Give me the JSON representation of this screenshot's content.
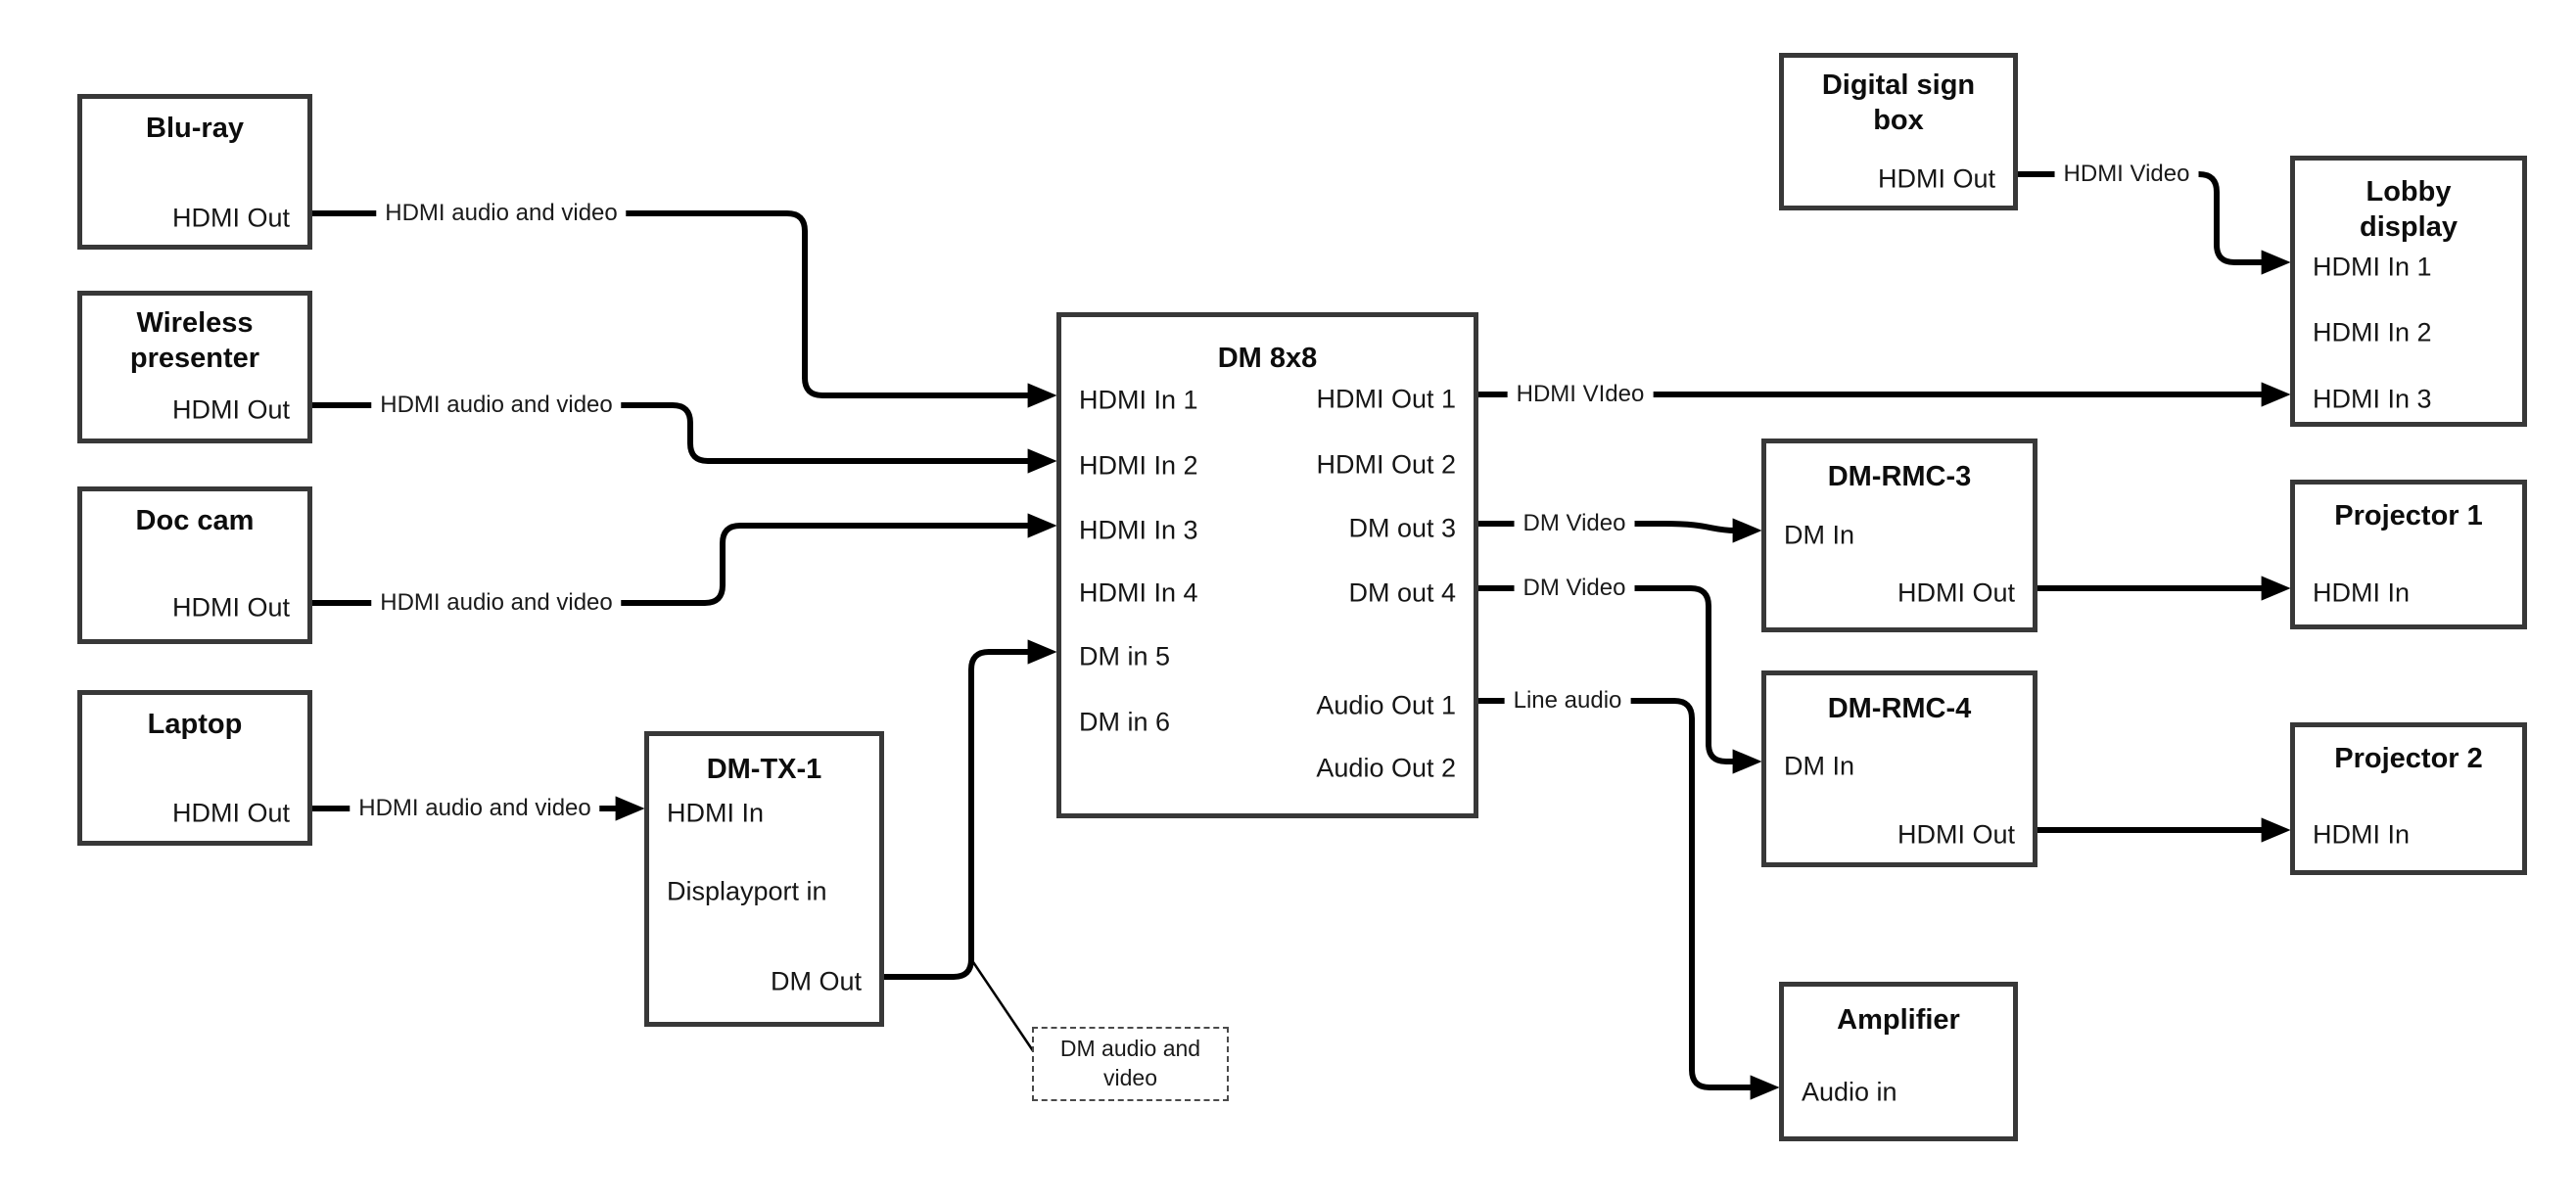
{
  "diagram": {
    "background": "#ffffff",
    "wire_color": "#000000",
    "box_border_color": "#383838",
    "boxes": {
      "bluray": {
        "title": "Blu-ray",
        "ports": {
          "hdmi_out": "HDMI Out"
        }
      },
      "wireless_presenter": {
        "title": "Wireless\npresenter",
        "ports": {
          "hdmi_out": "HDMI Out"
        }
      },
      "doc_cam": {
        "title": "Doc cam",
        "ports": {
          "hdmi_out": "HDMI Out"
        }
      },
      "laptop": {
        "title": "Laptop",
        "ports": {
          "hdmi_out": "HDMI Out"
        }
      },
      "dm_tx_1": {
        "title": "DM-TX-1",
        "ports": {
          "hdmi_in": "HDMI In",
          "displayport_in": "Displayport in",
          "dm_out": "DM Out"
        }
      },
      "dm_8x8": {
        "title": "DM 8x8",
        "ports": {
          "hdmi_in_1": "HDMI In 1",
          "hdmi_in_2": "HDMI In 2",
          "hdmi_in_3": "HDMI In 3",
          "hdmi_in_4": "HDMI In 4",
          "dm_in_5": "DM in 5",
          "dm_in_6": "DM in 6",
          "hdmi_out_1": "HDMI Out 1",
          "hdmi_out_2": "HDMI Out 2",
          "dm_out_3": "DM out 3",
          "dm_out_4": "DM out 4",
          "audio_out_1": "Audio Out 1",
          "audio_out_2": "Audio Out 2"
        }
      },
      "digital_sign_box": {
        "title": "Digital sign\nbox",
        "ports": {
          "hdmi_out": "HDMI Out"
        }
      },
      "lobby_display": {
        "title": "Lobby\ndisplay",
        "ports": {
          "hdmi_in_1": "HDMI In 1",
          "hdmi_in_2": "HDMI In 2",
          "hdmi_in_3": "HDMI In 3"
        }
      },
      "dm_rmc_3": {
        "title": "DM-RMC-3",
        "ports": {
          "dm_in": "DM In",
          "hdmi_out": "HDMI Out"
        }
      },
      "projector_1": {
        "title": "Projector 1",
        "ports": {
          "hdmi_in": "HDMI In"
        }
      },
      "dm_rmc_4": {
        "title": "DM-RMC-4",
        "ports": {
          "dm_in": "DM In",
          "hdmi_out": "HDMI Out"
        }
      },
      "projector_2": {
        "title": "Projector 2",
        "ports": {
          "hdmi_in": "HDMI In"
        }
      },
      "amplifier": {
        "title": "Amplifier",
        "ports": {
          "audio_in": "Audio in"
        }
      }
    },
    "connections": [
      {
        "from": "bluray.hdmi_out",
        "to": "dm_8x8.hdmi_in_1",
        "label": "HDMI audio and video"
      },
      {
        "from": "wireless_presenter.hdmi_out",
        "to": "dm_8x8.hdmi_in_2",
        "label": "HDMI audio and video"
      },
      {
        "from": "doc_cam.hdmi_out",
        "to": "dm_8x8.hdmi_in_3",
        "label": "HDMI audio and video"
      },
      {
        "from": "laptop.hdmi_out",
        "to": "dm_tx_1.hdmi_in",
        "label": "HDMI audio and video"
      },
      {
        "from": "dm_tx_1.dm_out",
        "to": "dm_8x8.dm_in_5",
        "label": ""
      },
      {
        "from": "dm_8x8.hdmi_out_1",
        "to": "lobby_display.hdmi_in_3",
        "label": "HDMI VIdeo"
      },
      {
        "from": "digital_sign_box.hdmi_out",
        "to": "lobby_display.hdmi_in_1",
        "label": "HDMI Video"
      },
      {
        "from": "dm_8x8.dm_out_3",
        "to": "dm_rmc_3.dm_in",
        "label": "DM Video"
      },
      {
        "from": "dm_8x8.dm_out_4",
        "to": "dm_rmc_4.dm_in",
        "label": "DM Video"
      },
      {
        "from": "dm_8x8.audio_out_1",
        "to": "amplifier.audio_in",
        "label": "Line audio"
      },
      {
        "from": "dm_rmc_3.hdmi_out",
        "to": "projector_1.hdmi_in",
        "label": ""
      },
      {
        "from": "dm_rmc_4.hdmi_out",
        "to": "projector_2.hdmi_in",
        "label": ""
      }
    ],
    "note": {
      "text": "DM audio and\nvideo"
    }
  }
}
